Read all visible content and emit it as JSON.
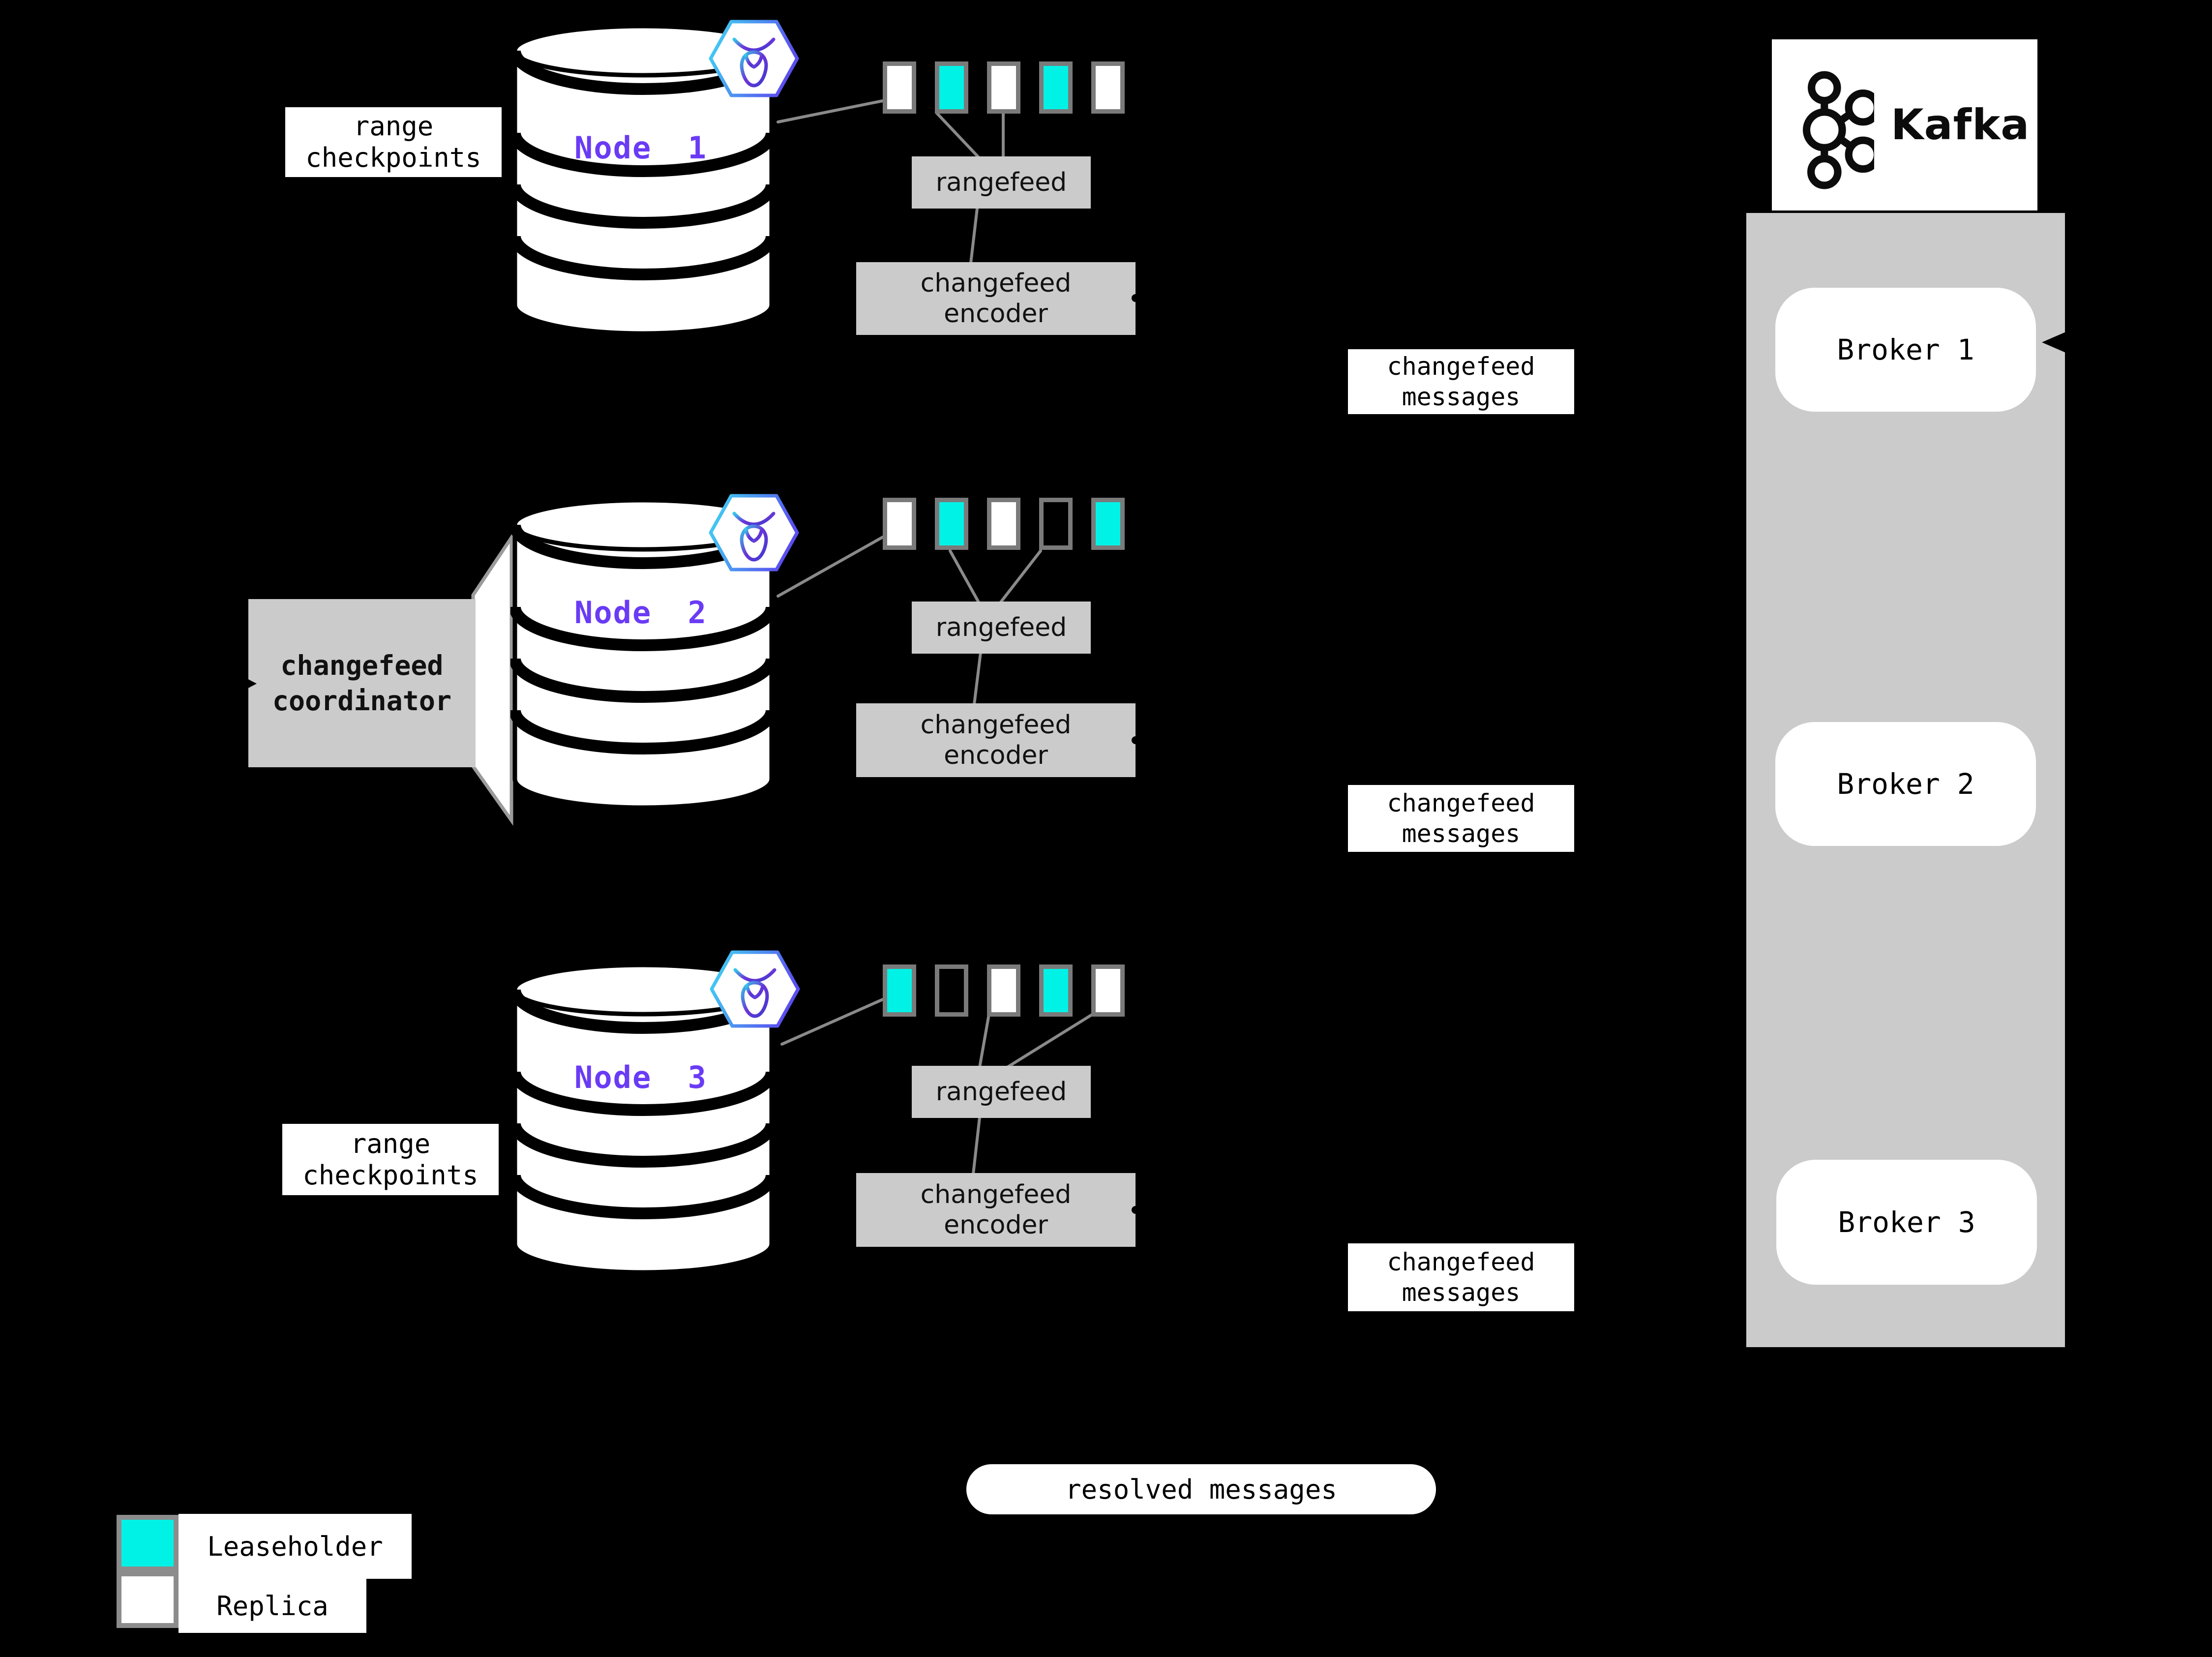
{
  "title": "CockroachDB changefeed to Kafka architecture diagram",
  "colors": {
    "background": "#000000",
    "leaseholder_teal": "#00f2e6",
    "replica_white": "#ffffff",
    "box_gray": "#cbcbcb",
    "node_label_purple": "#6a3bf5",
    "connector_gray": "#8a8a8a",
    "range_border_gray": "#7a7a7a",
    "hex_gradient_start": "#3fd9f2",
    "hex_gradient_end": "#5a4ff0"
  },
  "nodes": [
    {
      "label": "Node 1",
      "icon": "cockroachdb-hexagon",
      "ranges": [
        "replica",
        "leaseholder",
        "replica",
        "leaseholder",
        "replica"
      ],
      "rangefeed_label": "rangefeed",
      "encoder": {
        "line1": "changefeed",
        "line2": "encoder"
      }
    },
    {
      "label": "Node 2",
      "icon": "cockroachdb-hexagon",
      "ranges": [
        "replica",
        "leaseholder",
        "replica",
        "empty",
        "leaseholder"
      ],
      "rangefeed_label": "rangefeed",
      "encoder": {
        "line1": "changefeed",
        "line2": "encoder"
      }
    },
    {
      "label": "Node 3",
      "icon": "cockroachdb-hexagon",
      "ranges": [
        "leaseholder",
        "empty",
        "replica",
        "leaseholder",
        "replica"
      ],
      "rangefeed_label": "rangefeed",
      "encoder": {
        "line1": "changefeed",
        "line2": "encoder"
      }
    }
  ],
  "annotations": {
    "range_checkpoints": {
      "line1": "range",
      "line2": "checkpoints"
    },
    "coordinator": {
      "line1": "changefeed",
      "line2": "coordinator"
    },
    "changefeed_messages": {
      "line1": "changefeed",
      "line2": "messages"
    },
    "resolved_messages": "resolved messages"
  },
  "kafka": {
    "brand": "Kafka",
    "logo": "kafka-logo",
    "brokers": [
      {
        "label": "Broker 1"
      },
      {
        "label": "Broker 2"
      },
      {
        "label": "Broker 3"
      }
    ]
  },
  "legend": {
    "items": [
      {
        "type": "leaseholder",
        "label": "Leaseholder"
      },
      {
        "type": "replica",
        "label": "Replica"
      }
    ]
  }
}
